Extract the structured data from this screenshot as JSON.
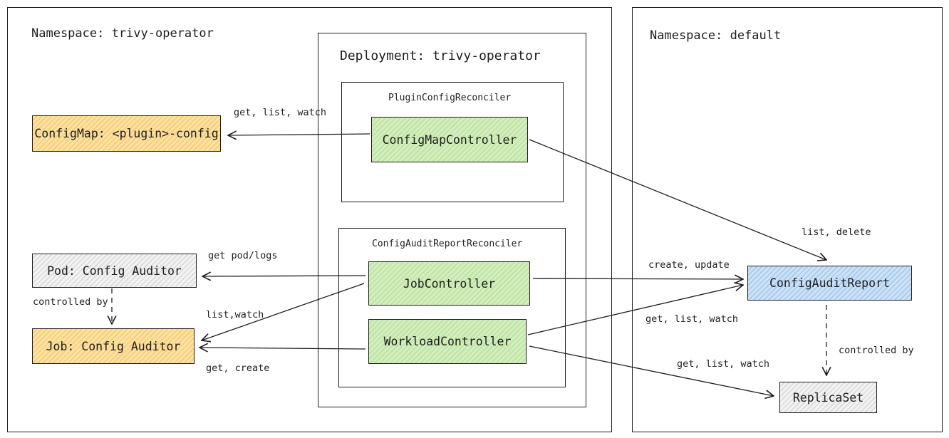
{
  "namespaces": {
    "left": "Namespace: trivy-operator",
    "right": "Namespace: default"
  },
  "deployment": {
    "label": "Deployment: trivy-operator",
    "reconcilers": {
      "plugin": "PluginConfigReconciler",
      "config_audit": "ConfigAuditReportReconciler"
    }
  },
  "nodes": {
    "configmap": "ConfigMap: <plugin>-config",
    "configmap_controller": "ConfigMapController",
    "pod": "Pod: Config Auditor",
    "job": "Job: Config Auditor",
    "job_controller": "JobController",
    "workload_controller": "WorkloadController",
    "config_audit_report": "ConfigAuditReport",
    "replicaset": "ReplicaSet"
  },
  "edge_labels": {
    "cmc_to_configmap": "get, list, watch",
    "jobc_to_pod": "get pod/logs",
    "pod_to_job": "controlled by",
    "jobc_to_job": "list,watch",
    "wc_to_job": "get, create",
    "cmc_to_car": "list, delete",
    "jobc_to_car": "create, update",
    "wc_to_car": "get, list, watch",
    "car_to_rs": "controlled by",
    "wc_to_rs": "get, list, watch"
  },
  "colors": {
    "stroke": "#1e1e1e",
    "orange_fill": "#fde2a3",
    "green_fill": "#d3efbf",
    "blue_fill": "#cfe2f6",
    "grey_fill": "#f3f3f3"
  }
}
